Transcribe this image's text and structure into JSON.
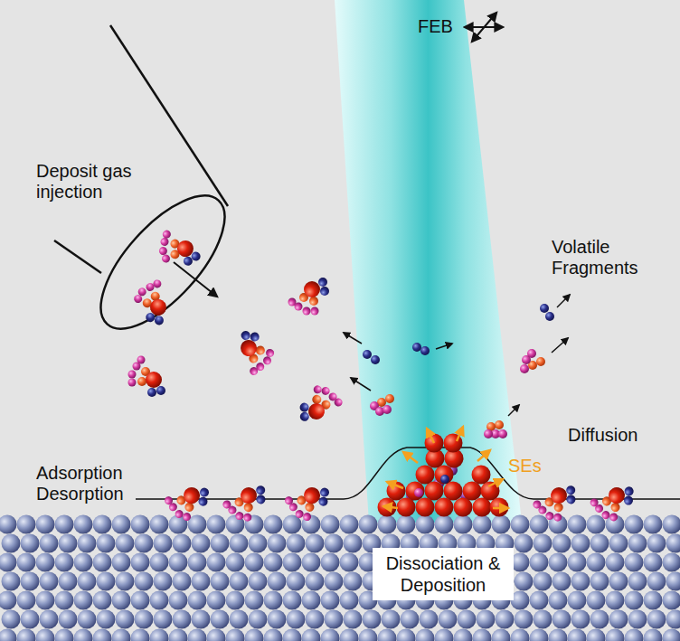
{
  "diagram": {
    "nodes": [
      {
        "text": [
          "Dissociation & Deposition"
        ]
      }
    ],
    "labels": [
      "FEB",
      "Deposit gas injection",
      "Volatile Fragments",
      "Diffusion",
      "Adsorption Desorption",
      "SEs"
    ]
  }
}
